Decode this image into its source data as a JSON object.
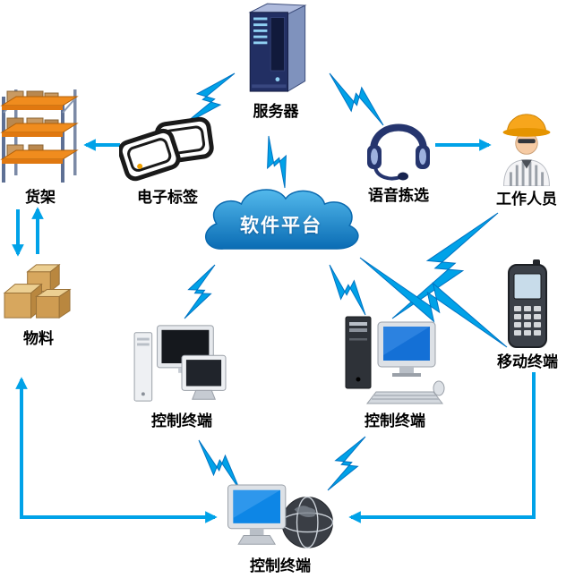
{
  "diagram": {
    "cloud": {
      "label": "软件平台"
    },
    "nodes": {
      "server": {
        "label": "服务器"
      },
      "etag": {
        "label": "电子标签"
      },
      "shelf": {
        "label": "货架"
      },
      "voice": {
        "label": "语音拣选"
      },
      "worker": {
        "label": "工作人员"
      },
      "material": {
        "label": "物料"
      },
      "terminal_left": {
        "label": "控制终端"
      },
      "terminal_right": {
        "label": "控制终端"
      },
      "mobile": {
        "label": "移动终端"
      },
      "terminal_bottom": {
        "label": "控制终端"
      }
    },
    "colors": {
      "connector": "#00a2e8",
      "connector_dark": "#0073c2",
      "cloud_top": "#53b9ec",
      "cloud_bottom": "#0a6cb4",
      "label_color": "#000000"
    }
  }
}
